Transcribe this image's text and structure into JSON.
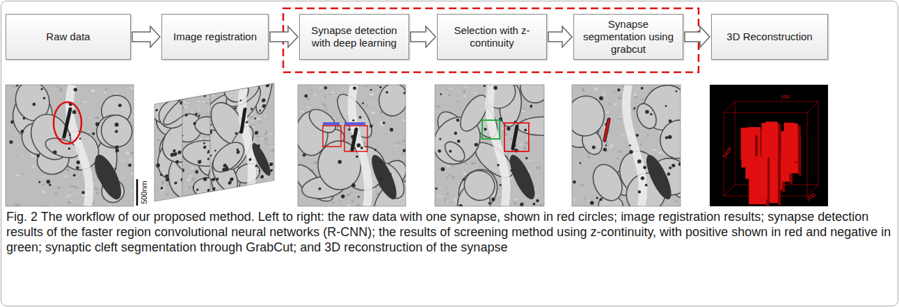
{
  "diagram": {
    "caption": "Fig. 2 The workflow of our proposed method. Left to right: the raw data with one synapse, shown in red circles; image registration results; synapse detection results of the faster region convolutional neural networks (R-CNN); the results of screening method using z-continuity, with positive shown in red and negative in green; synaptic cleft segmentation through GrabCut; and 3D reconstruction of the synapse",
    "nodes": [
      {
        "text": [
          "Raw data"
        ]
      },
      {
        "text": [
          "Image registration"
        ]
      },
      {
        "text": [
          "Synapse detection with deep learning"
        ]
      },
      {
        "text": [
          "Selection with z-continuity"
        ]
      },
      {
        "text": [
          "Synapse segmentation using grabcut"
        ]
      },
      {
        "text": [
          "3D Reconstruction"
        ]
      }
    ],
    "edges": [
      {
        "from": 0,
        "to": 1,
        "arrow": "to"
      },
      {
        "from": 1,
        "to": 2,
        "arrow": "to"
      },
      {
        "from": 2,
        "to": 3,
        "arrow": "to"
      },
      {
        "from": 3,
        "to": 4,
        "arrow": "to"
      },
      {
        "from": 4,
        "to": 5,
        "arrow": "to"
      }
    ],
    "labels": [
      "500nm",
      "100",
      "3400",
      "200"
    ]
  }
}
